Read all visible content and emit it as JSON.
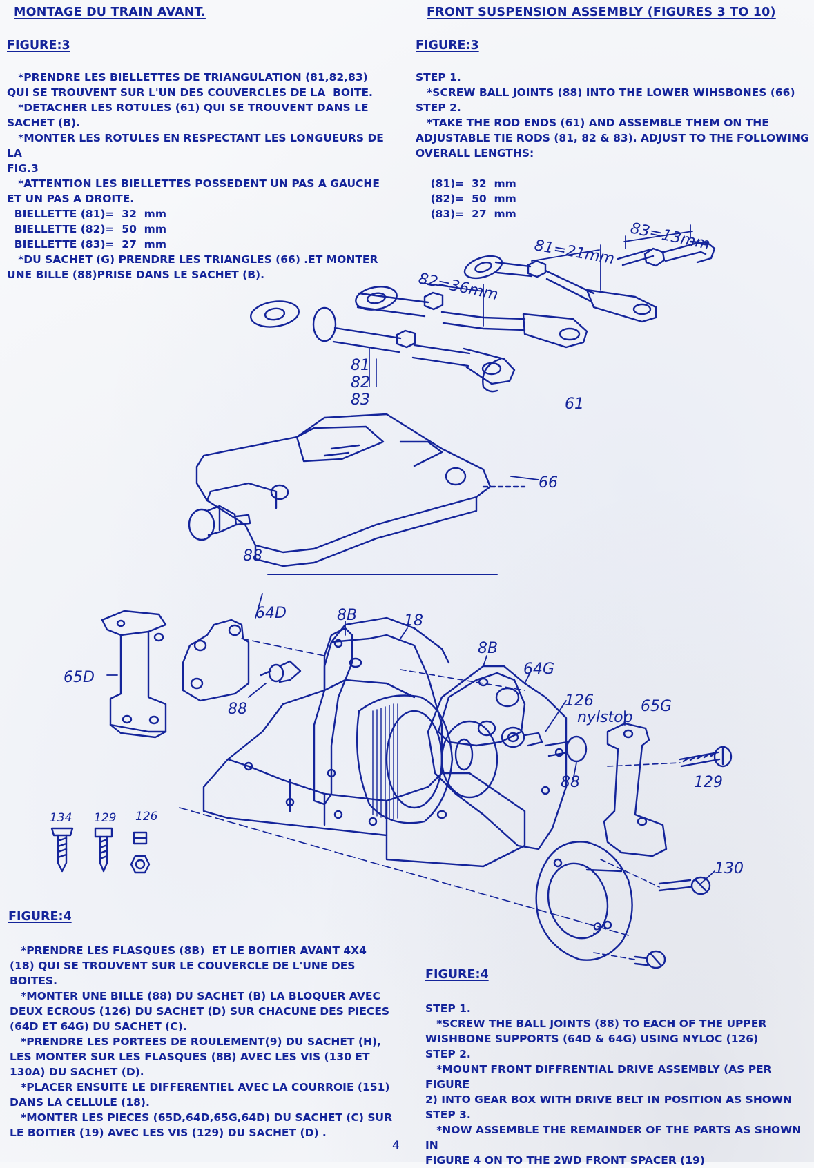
{
  "left": {
    "heading": "MONTAGE DU TRAIN AVANT.",
    "fig3_label": "FIGURE:3",
    "fig3_lines": [
      "   *PRENDRE LES BIELLETTES DE TRIANGULATION (81,82,83)",
      "QUI SE TROUVENT SUR L'UN DES COUVERCLES DE LA  BOITE.",
      "   *DETACHER LES ROTULES (61) QUI SE TROUVENT DANS LE",
      "SACHET (B).",
      "   *MONTER LES ROTULES EN RESPECTANT LES LONGUEURS DE LA",
      "FIG.3",
      "   *ATTENTION LES BIELLETTES POSSEDENT UN PAS A GAUCHE",
      "ET UN PAS A DROITE.",
      "  BIELLETTE (81)=  32  mm",
      "  BIELLETTE (82)=  50  mm",
      "  BIELLETTE (83)=  27  mm",
      "   *DU SACHET (G) PRENDRE LES TRIANGLES (66) .ET MONTER",
      "UNE BILLE (88)PRISE DANS LE SACHET (B)."
    ],
    "fig4_label": "FIGURE:4",
    "fig4_lines": [
      "",
      "   *PRENDRE LES FLASQUES (8B)  ET LE BOITIER AVANT 4X4",
      "(18) QUI SE TROUVENT SUR LE COUVERCLE DE L'UNE DES",
      "BOITES.",
      "   *MONTER UNE BILLE (88) DU SACHET (B) LA BLOQUER AVEC",
      "DEUX ECROUS (126) DU SACHET (D) SUR CHACUNE DES PIECES",
      "(64D ET 64G) DU SACHET (C).",
      "   *PRENDRE LES PORTEES DE ROULEMENT(9) DU SACHET (H),",
      "LES MONTER SUR LES FLASQUES (8B) AVEC LES VIS (130 ET",
      "130A) DU SACHET (D).",
      "   *PLACER ENSUITE LE DIFFERENTIEL AVEC LA COURROIE (151)",
      "DANS LA CELLULE (18).",
      "   *MONTER LES PIECES (65D,64D,65G,64D) DU SACHET (C) SUR",
      "LE BOITIER (19) AVEC LES VIS (129) DU SACHET (D) ."
    ]
  },
  "right": {
    "heading": "FRONT SUSPENSION ASSEMBLY (FIGURES 3 TO 10)",
    "fig3_label": "FIGURE:3",
    "fig3_lines": [
      "STEP 1.",
      "   *SCREW BALL JOINTS (88) INTO THE LOWER WIHSBONES (66)",
      "STEP 2.",
      "   *TAKE THE ROD ENDS (61) AND ASSEMBLE THEM ON THE",
      "ADJUSTABLE TIE RODS (81, 82 & 83). ADJUST TO THE FOLLOWING",
      "OVERALL LENGTHS:",
      "",
      "    (81)=  32  mm",
      "    (82)=  50  mm",
      "    (83)=  27  mm"
    ],
    "fig4_label": "FIGURE:4",
    "fig4_lines": [
      "",
      "STEP 1.",
      "   *SCREW THE BALL JOINTS (88) TO EACH OF THE UPPER",
      "WISHBONE SUPPORTS (64D & 64G) USING NYLOC (126)",
      "STEP 2.",
      "   *MOUNT FRONT DIFFRENTIAL DRIVE ASSEMBLY (AS PER FIGURE",
      "2) INTO GEAR BOX WITH DRIVE BELT IN POSITION AS SHOWN",
      "STEP 3.",
      "   *NOW ASSEMBLE THE REMAINDER OF THE PARTS AS SHOWN IN",
      "FIGURE 4 ON TO THE 2WD FRONT SPACER (19)"
    ]
  },
  "diagram_labels": {
    "d83": "83=13mm",
    "d81": "81=21mm",
    "d82": "82=36mm",
    "p81": "81",
    "p82": "82",
    "p83": "83",
    "p61": "61",
    "p66": "66",
    "p88a": "88",
    "p64d": "64D",
    "p8b_left": "8B",
    "p18": "18",
    "p8b_right": "8B",
    "p64g": "64G",
    "p65d": "65D",
    "p88b": "88",
    "p126": "126",
    "nylstop": "nylstop",
    "p65g": "65G",
    "p129": "129",
    "p88c": "88",
    "p130": "130",
    "p9": "9",
    "s134": "134",
    "s129": "129",
    "s126": "126"
  },
  "page_number": "4"
}
